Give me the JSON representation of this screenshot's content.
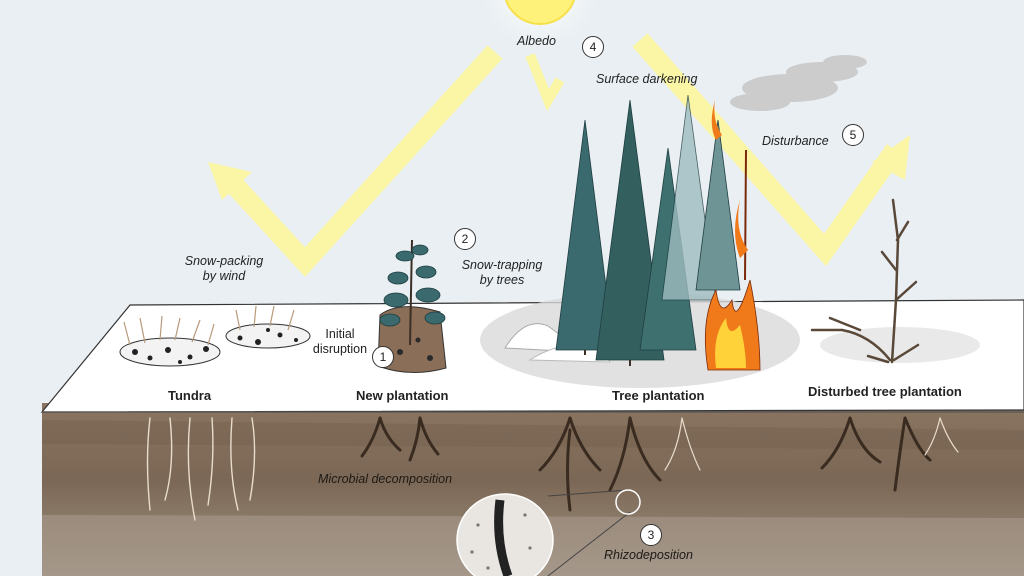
{
  "labels": {
    "albedo": "Albedo",
    "surface_darkening": "Surface darkening",
    "disturbance": "Disturbance",
    "snow_packing_1": "Snow-packing",
    "snow_packing_2": "by wind",
    "snow_trapping_1": "Snow-trapping",
    "snow_trapping_2": "by trees",
    "initial_1": "Initial",
    "initial_2": "disruption",
    "microbial": "Microbial decomposition",
    "rhizodeposition": "Rhizodeposition"
  },
  "numbers": {
    "n1": "1",
    "n2": "2",
    "n3": "3",
    "n4": "4",
    "n5": "5"
  },
  "zones": {
    "tundra": "Tundra",
    "new_plantation": "New plantation",
    "tree_plantation": "Tree plantation",
    "disturbed": "Disturbed tree plantation"
  },
  "colors": {
    "sky": "#e9eff3",
    "sun": "#fff27a",
    "light_arrow": "#fbf6a6",
    "snow": "#ffffff",
    "soil_top": "#85705d",
    "soil_mid": "#7a6654",
    "soil_deep": "#9d8f80",
    "tree": "#3a6a6e",
    "fire": "#f07a1a"
  }
}
